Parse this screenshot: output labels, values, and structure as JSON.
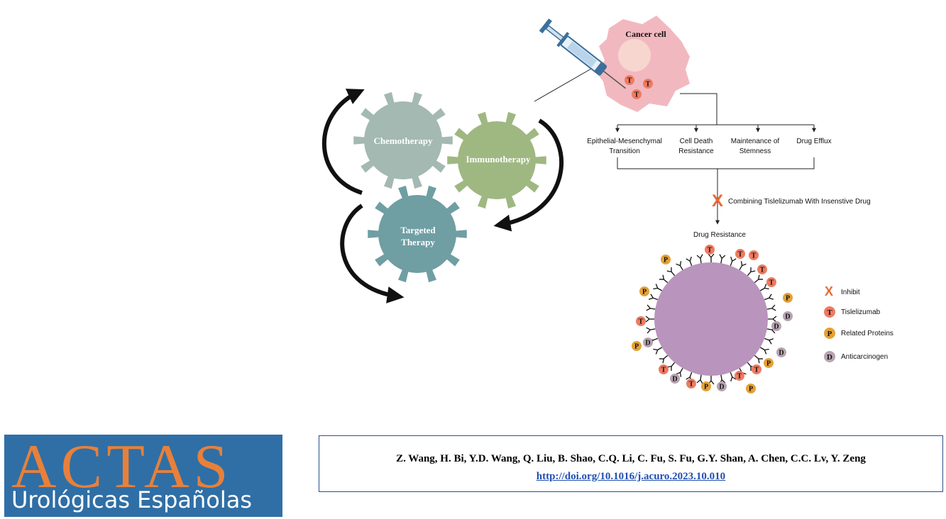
{
  "diagram": {
    "gears": {
      "chemo": "Chemotherapy",
      "immuno": "Immunotherapy",
      "targeted_1": "Targeted",
      "targeted_2": "Therapy"
    },
    "cancer_cell_label": "Cancer cell",
    "mechanisms": {
      "emt_1": "Epithelial-Mesenchymal",
      "emt_2": "Transition",
      "cdr_1": "Cell Death",
      "cdr_2": "Resistance",
      "stem_1": "Maintenance of",
      "stem_2": "Stemness",
      "efflux": "Drug Efflux"
    },
    "combining_label": "Combining Tislelizumab With Insenstive Drug",
    "drug_resistance_label": "Drug Resistance",
    "markers": {
      "t": "T",
      "p": "P",
      "d": "D",
      "x": "X"
    },
    "legend": {
      "inhibit": "Inhibit",
      "tislelizumab": "Tislelizumab",
      "related_proteins": "Related Proteins",
      "anticarcinogen": "Anticarcinogen"
    },
    "colors": {
      "chemo_gear": "#a3b9b1",
      "immuno_gear": "#9fb882",
      "targeted_gear": "#6f9ea3",
      "cancer_cell": "#f2b8c0",
      "nucleus": "#f7d6cf",
      "large_cell": "#b994bc",
      "t_marker": "#ef7b61",
      "p_marker": "#e4a135",
      "d_marker": "#b7a3b1",
      "inhibit_x": "#e86a35"
    }
  },
  "logo": {
    "title": "ACTAS",
    "subtitle": "Urológicas Españolas",
    "bg_color": "#2f6fa6",
    "title_color": "#e8803a"
  },
  "citation": {
    "authors": "Z. Wang, H. Bi, Y.D. Wang, Q. Liu, B. Shao, C.Q. Li, C. Fu, S. Fu, G.Y. Shan, A. Chen, C.C. Lv, Y. Zeng",
    "doi": "http://doi.org/10.1016/j.acuro.2023.10.010"
  }
}
